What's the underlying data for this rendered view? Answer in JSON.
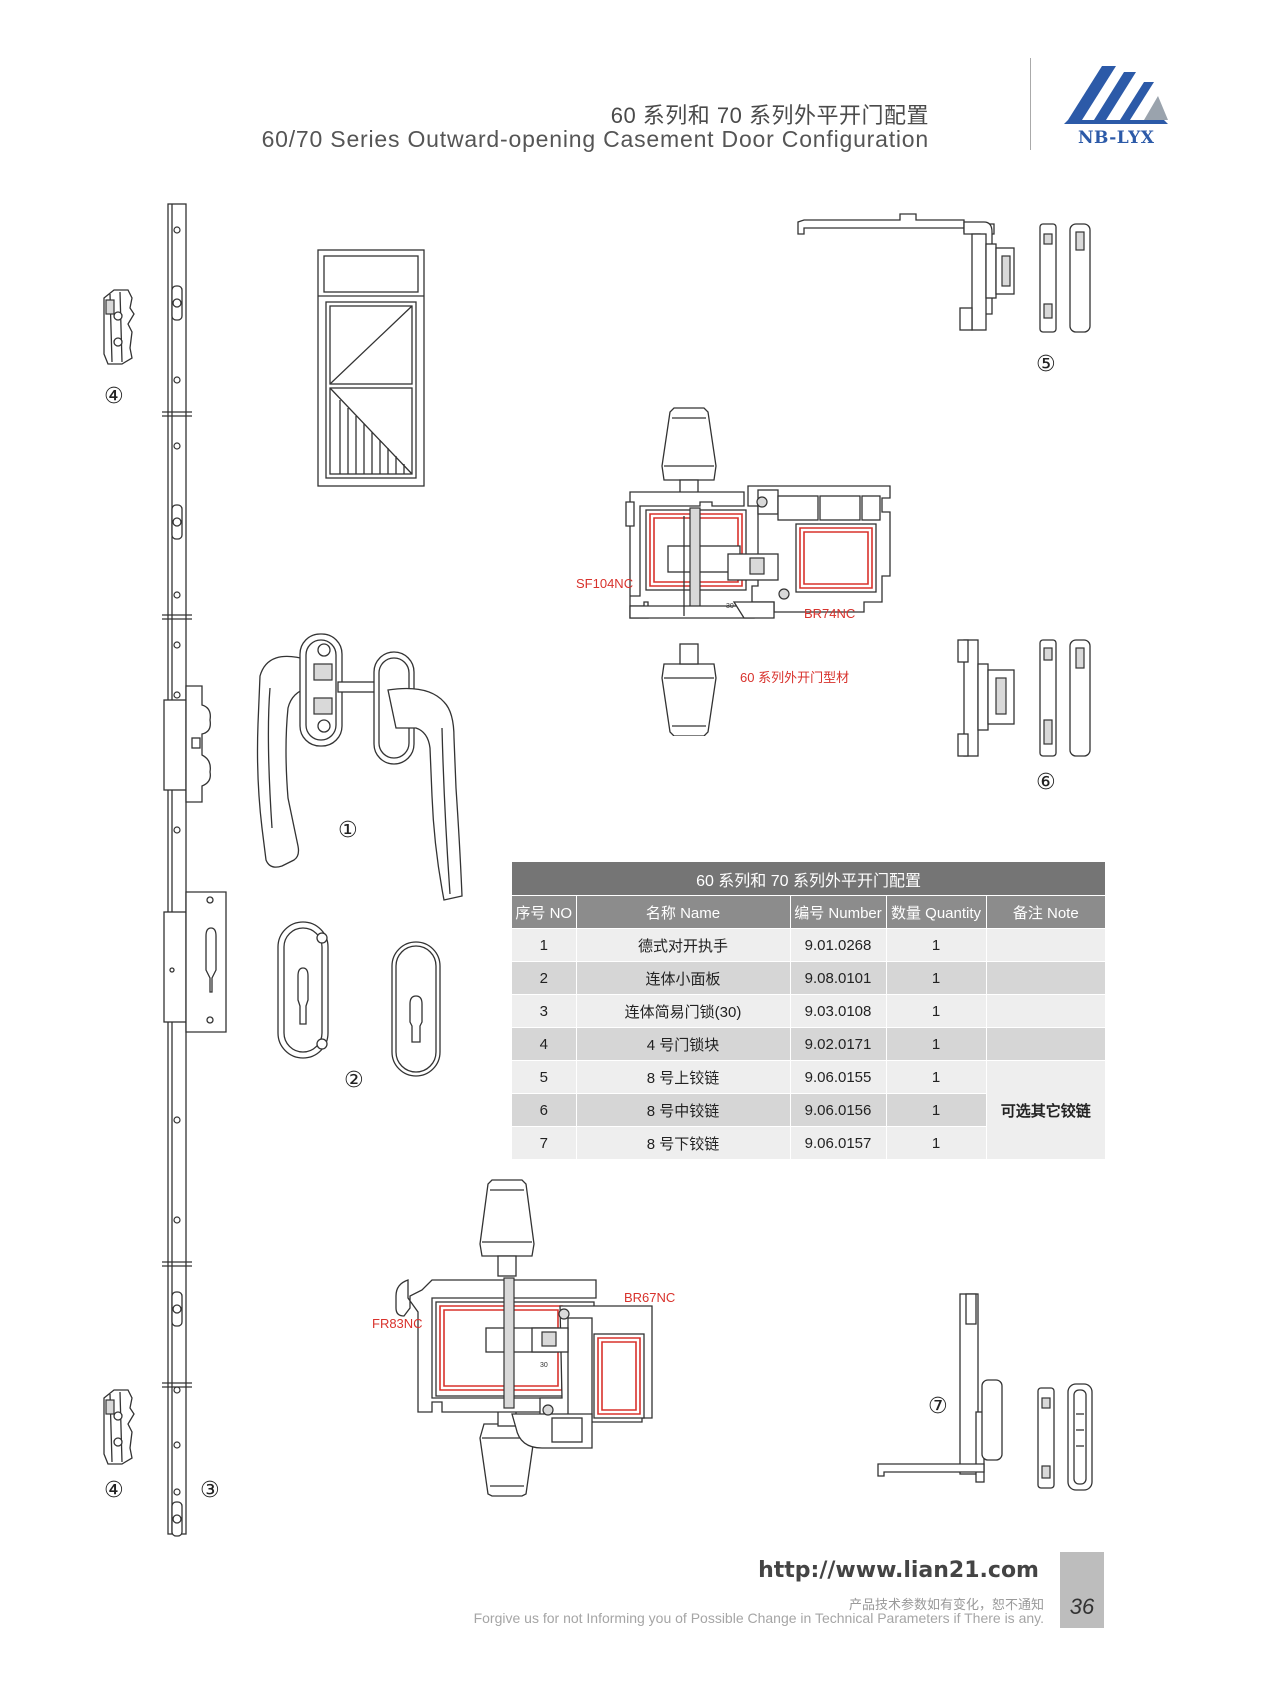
{
  "header": {
    "title_cn": "60 系列和 70 系列外平开门配置",
    "title_en": "60/70 Series Outward-opening Casement Door Configuration",
    "logo_text": "NB-LYX",
    "logo_icon": "nb-lyx-logo-icon",
    "brand_color": "#2c5aa8"
  },
  "markers": {
    "m1": "①",
    "m2": "②",
    "m3": "③",
    "m4a": "④",
    "m4b": "④",
    "m5": "⑤",
    "m6": "⑥",
    "m7": "⑦"
  },
  "profile_labels": {
    "sf104": "SF104NC",
    "br74": "BR74NC",
    "series60": "60 系列外开门型材",
    "fr83": "FR83NC",
    "br67": "BR67NC",
    "dim30_top": "30",
    "dim30_bottom": "30"
  },
  "table": {
    "title": "60 系列和 70 系列外平开门配置",
    "columns": [
      "序号 NO",
      "名称 Name",
      "编号 Number",
      "数量 Quantity",
      "备注 Note"
    ],
    "rows": [
      {
        "no": "1",
        "name": "德式对开执手",
        "number": "9.01.0268",
        "qty": "1"
      },
      {
        "no": "2",
        "name": "连体小面板",
        "number": "9.08.0101",
        "qty": "1"
      },
      {
        "no": "3",
        "name": "连体简易门锁(30)",
        "number": "9.03.0108",
        "qty": "1"
      },
      {
        "no": "4",
        "name": "4 号门锁块",
        "number": "9.02.0171",
        "qty": "1"
      },
      {
        "no": "5",
        "name": "8 号上铰链",
        "number": "9.06.0155",
        "qty": "1"
      },
      {
        "no": "6",
        "name": "8 号中铰链",
        "number": "9.06.0156",
        "qty": "1"
      },
      {
        "no": "7",
        "name": "8 号下铰链",
        "number": "9.06.0157",
        "qty": "1"
      }
    ],
    "note_merged": "可选其它铰链"
  },
  "footer": {
    "url": "http://www.lian21.com",
    "notice_cn": "产品技术参数如有变化，恕不通知",
    "notice_en": "Forgive us for not Informing you of Possible Change in Technical Parameters if There is any.",
    "page_number": "36"
  }
}
